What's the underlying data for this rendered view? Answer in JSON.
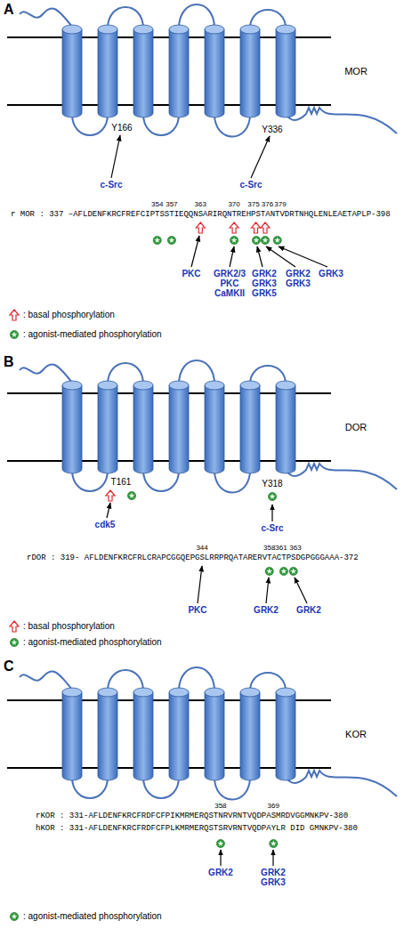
{
  "diagram": {
    "labels": [
      "A",
      "MOR",
      "Y166",
      "c-Src",
      "Y336",
      "c-Src",
      "354",
      "357",
      "363",
      "370",
      "375",
      "376",
      "379",
      "r MOR : 337 –AFLDENFKRCFREFCIPTSSTIEQQNSARIRQNTREHPSTANTVDRTNHQLENLEAETAPLP-398",
      "PKC",
      "GRK2/3 PKC CaMKII",
      "GRK2 GRK3 GRK5",
      "GRK2 GRK3",
      "GRK3",
      "B",
      "DOR",
      "T161",
      "cdk5",
      "Y318",
      "c-Src",
      "344",
      "358",
      "361",
      "363",
      "rDOR : 319- AFLDENFKRCFRLCRAPCGGQEPGSLRRPRQATARERVTACTPSDGPGGGAAA-372",
      "PKC",
      "GRK2",
      "GRK2",
      "C",
      "KOR",
      "358",
      "369",
      "rKOR : 331-AFLDENFKRCFRDFCFPIKMRMERQSTNRVRNTVQDPASMRDVGGMNKPV-380",
      "hKOR : 331-AFLDENFKRCFRDFCFPLKMRMERQSTSRVRNTVQDPAYLR DID GMNKPV-380",
      "GRK2",
      "GRK2 GRK3"
    ],
    "legend": [
      {
        "text": ": basal phosphorylation"
      },
      {
        "text": ": agonist-mediated phosphorylation"
      },
      {
        "text": ": basal phosphorylation"
      },
      {
        "text": ": agonist-mediated phosphorylation"
      },
      {
        "text": ": agonist-mediated phosphorylation"
      }
    ]
  }
}
